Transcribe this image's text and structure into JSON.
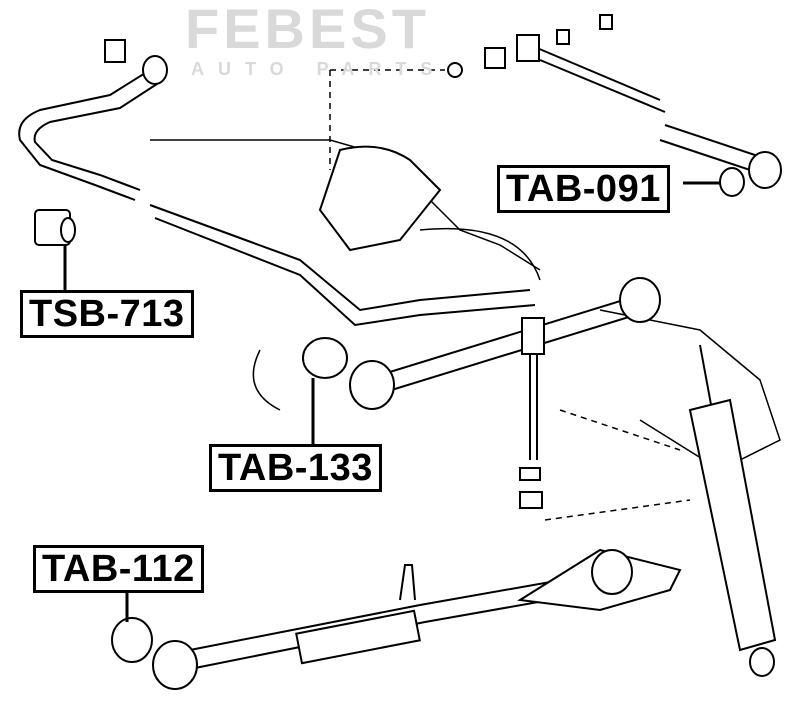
{
  "watermark": {
    "brand": "FEBEST",
    "tagline": "AUTO PARTS"
  },
  "labels": {
    "tab091": "TAB-091",
    "tsb713": "TSB-713",
    "tab133": "TAB-133",
    "tab112": "TAB-112"
  }
}
